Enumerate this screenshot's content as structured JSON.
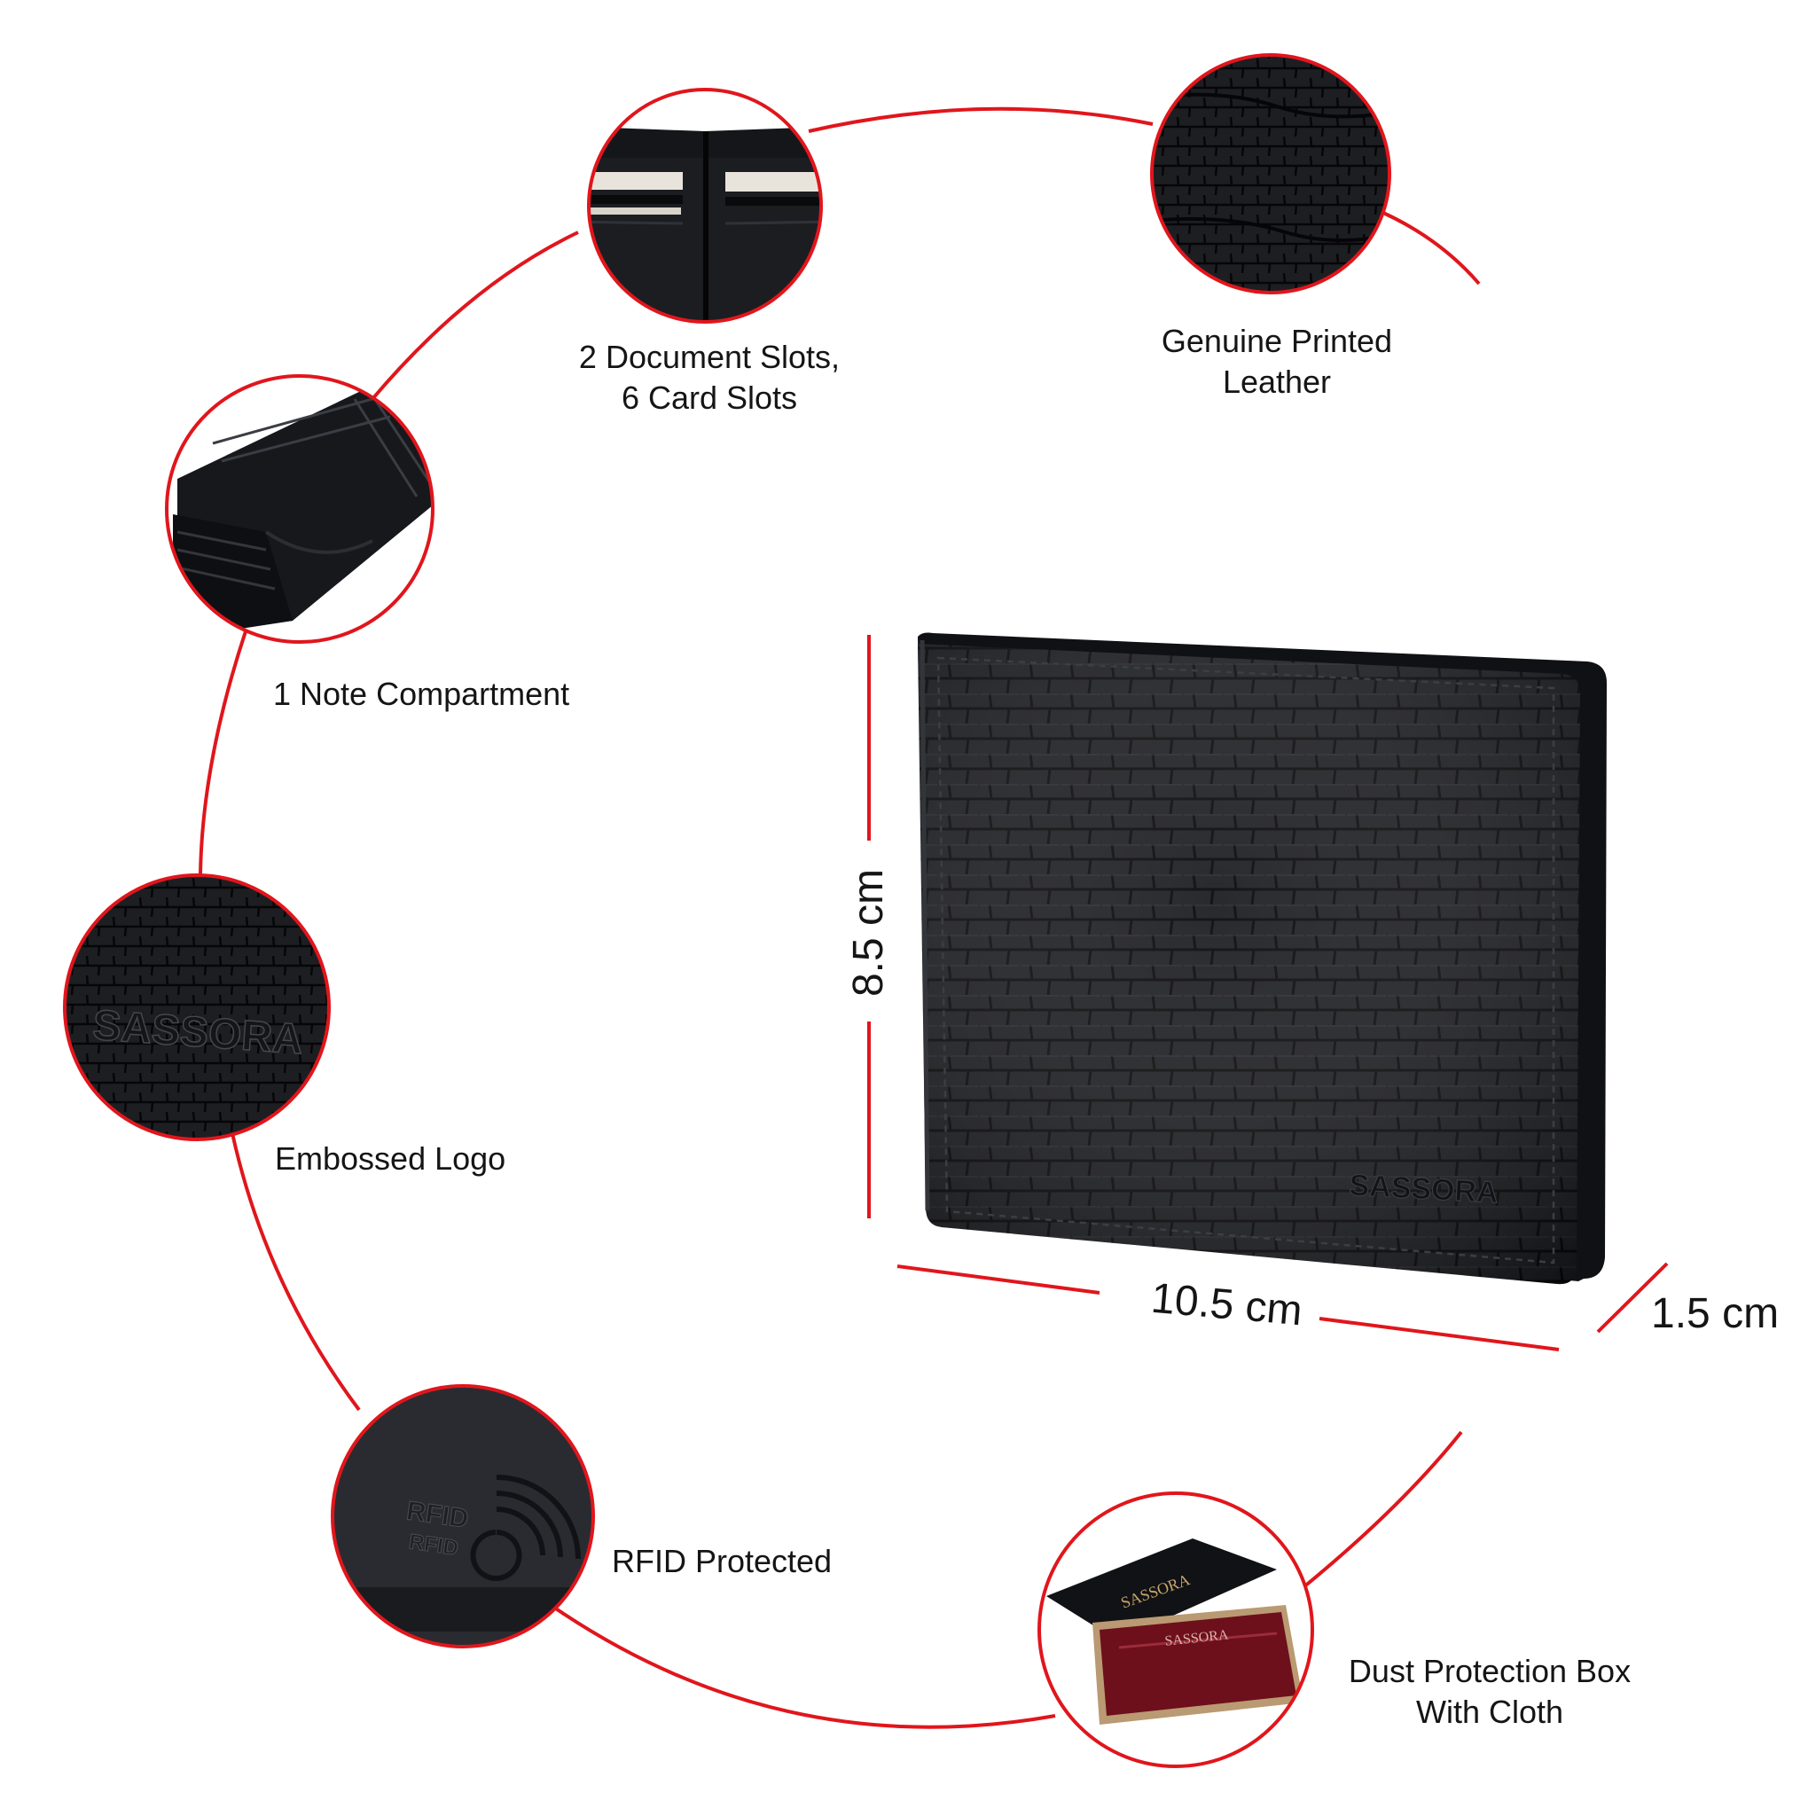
{
  "features": {
    "document_slots": {
      "line1": "2 Document Slots,",
      "line2": "6 Card Slots",
      "icon": "card-slots-closeup-icon"
    },
    "leather": {
      "line1": "Genuine Printed",
      "line2": "Leather",
      "icon": "leather-texture-icon"
    },
    "note_compartment": {
      "label": "1 Note Compartment",
      "icon": "note-compartment-icon"
    },
    "embossed_logo": {
      "label": "Embossed Logo",
      "icon": "embossed-logo-icon"
    },
    "rfid": {
      "label": "RFID Protected",
      "icon": "rfid-icon"
    },
    "dust_box": {
      "line1": "Dust Protection Box",
      "line2": "With Cloth",
      "icon": "gift-box-icon"
    }
  },
  "dimensions": {
    "height": "8.5 cm",
    "width": "10.5 cm",
    "depth": "1.5 cm"
  },
  "brand": {
    "name": "SASSORA"
  },
  "rfid_mark": {
    "text_top": "RFID",
    "text_bottom": "RFID"
  },
  "colors": {
    "accent": "#e0161c",
    "leather": "#1b1c20",
    "background": "#ffffff",
    "box_cloth": "#6e0f1c"
  }
}
